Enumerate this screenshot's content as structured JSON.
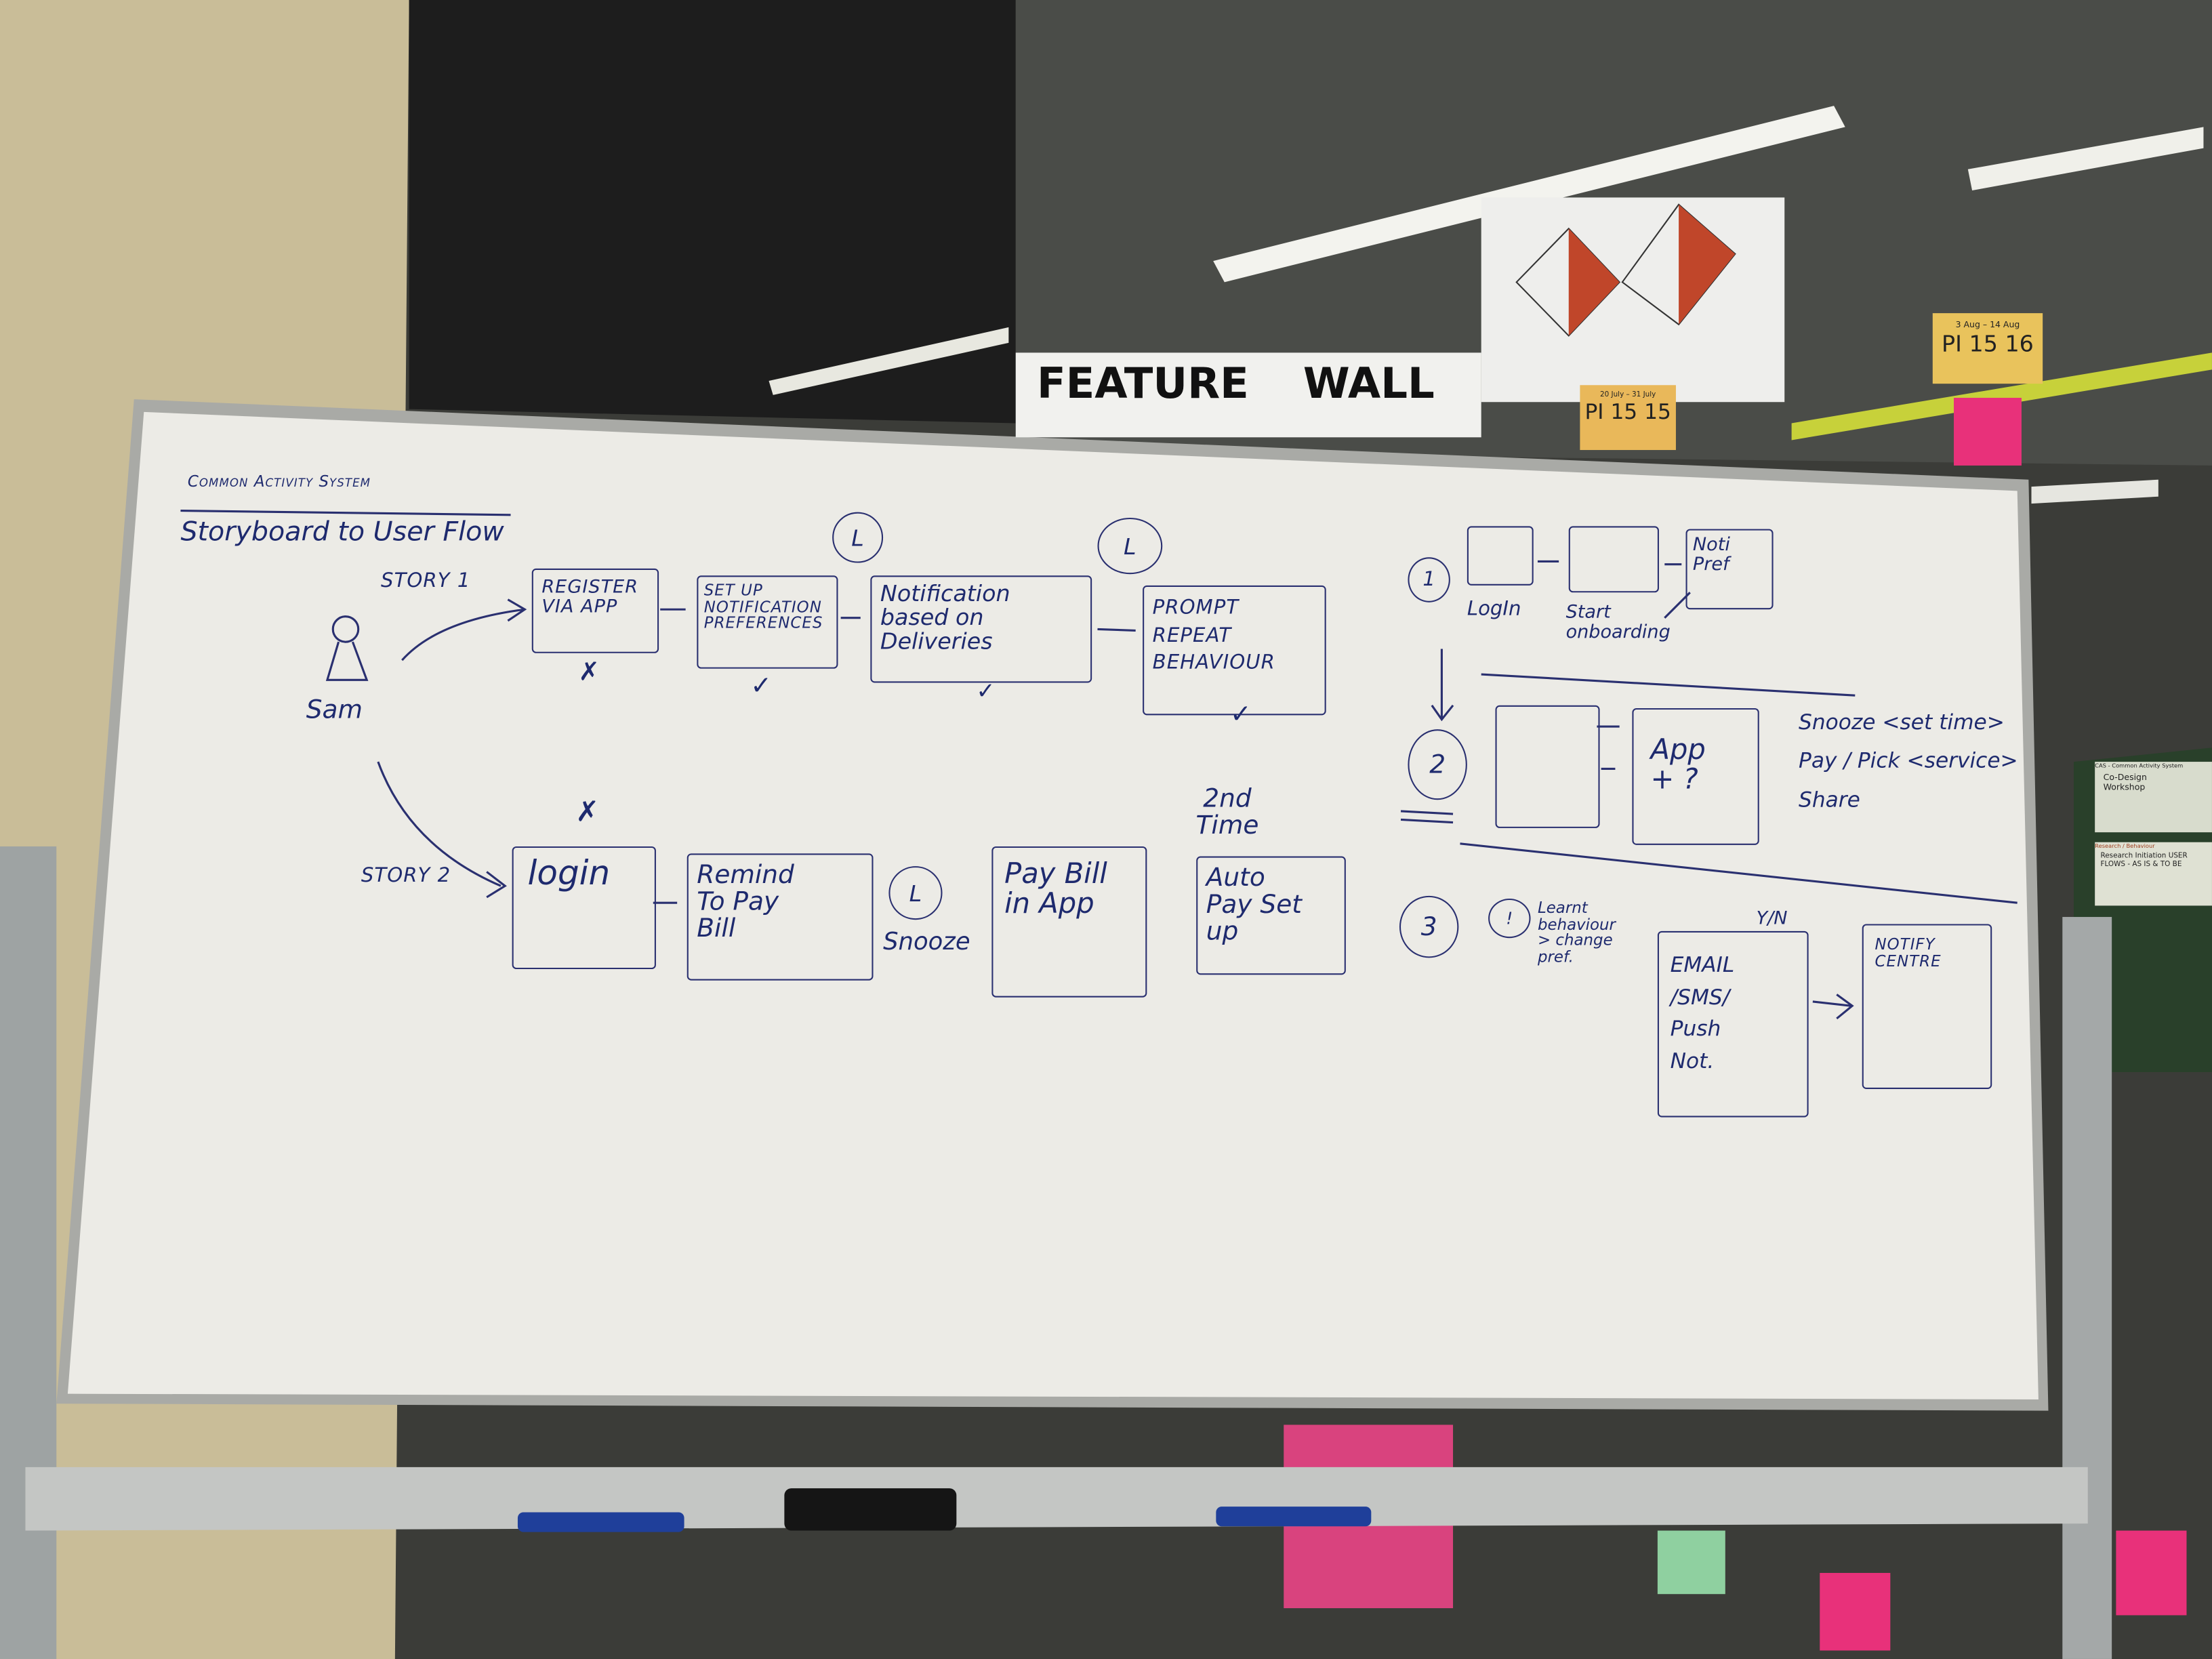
{
  "background": {
    "feature_wall_sign": "FEATURE WALL",
    "sticky_notes": [
      {
        "dates": "20 July – 31 July",
        "label": "PI 15 15"
      },
      {
        "dates": "3 Aug – 14 Aug",
        "label": "PI 15 16"
      }
    ],
    "cards": [
      {
        "header": "CAS - Common Activity System",
        "body": "Co-Design Workshop"
      },
      {
        "header": "Research / Behaviour",
        "body": "Research Initiation USER FLOWS - AS IS & TO BE"
      }
    ]
  },
  "whiteboard": {
    "title": "Common Activity System",
    "subtitle": "Storyboard to User Flow",
    "persona": "Sam",
    "story1": {
      "label": "Story 1",
      "steps": [
        {
          "text": "Register via App",
          "mark": "✗"
        },
        {
          "text": "Set Up Notification Preferences",
          "mark": "✓"
        },
        {
          "text": "Notification based on Deliveries",
          "mark": "✓"
        },
        {
          "text": "Prompt Repeat Behaviour",
          "mark": "✓"
        }
      ]
    },
    "story2": {
      "label": "Story 2",
      "steps": [
        {
          "text": "login",
          "mark": "✗"
        },
        {
          "text": "Remind To Pay Bill"
        },
        {
          "text": "Pay Bill in App"
        },
        {
          "text": "Auto Pay Set up"
        }
      ],
      "snooze": "Snooze",
      "second_time": "2nd Time"
    },
    "flows": {
      "f1": {
        "num": "1",
        "login": "LogIn",
        "onboarding": "Start onboarding",
        "pref": "Noti Pref"
      },
      "f2": {
        "num": "2",
        "app": "App + ?",
        "options": [
          "Snooze <set time>",
          "Pay / Pick <service>",
          "Share"
        ]
      },
      "f3": {
        "num": "3",
        "bang": "!",
        "learnt": "Learnt behaviour > change pref.",
        "yn": "Y/N",
        "channels": "EMAIL /SMS/ Push Not.",
        "notify": "Notify Centre"
      }
    }
  },
  "colors": {
    "ink": "#1e2a6e",
    "board": "#ecebe6",
    "sticky": "#e9b85a",
    "pink": "#e8317a"
  }
}
